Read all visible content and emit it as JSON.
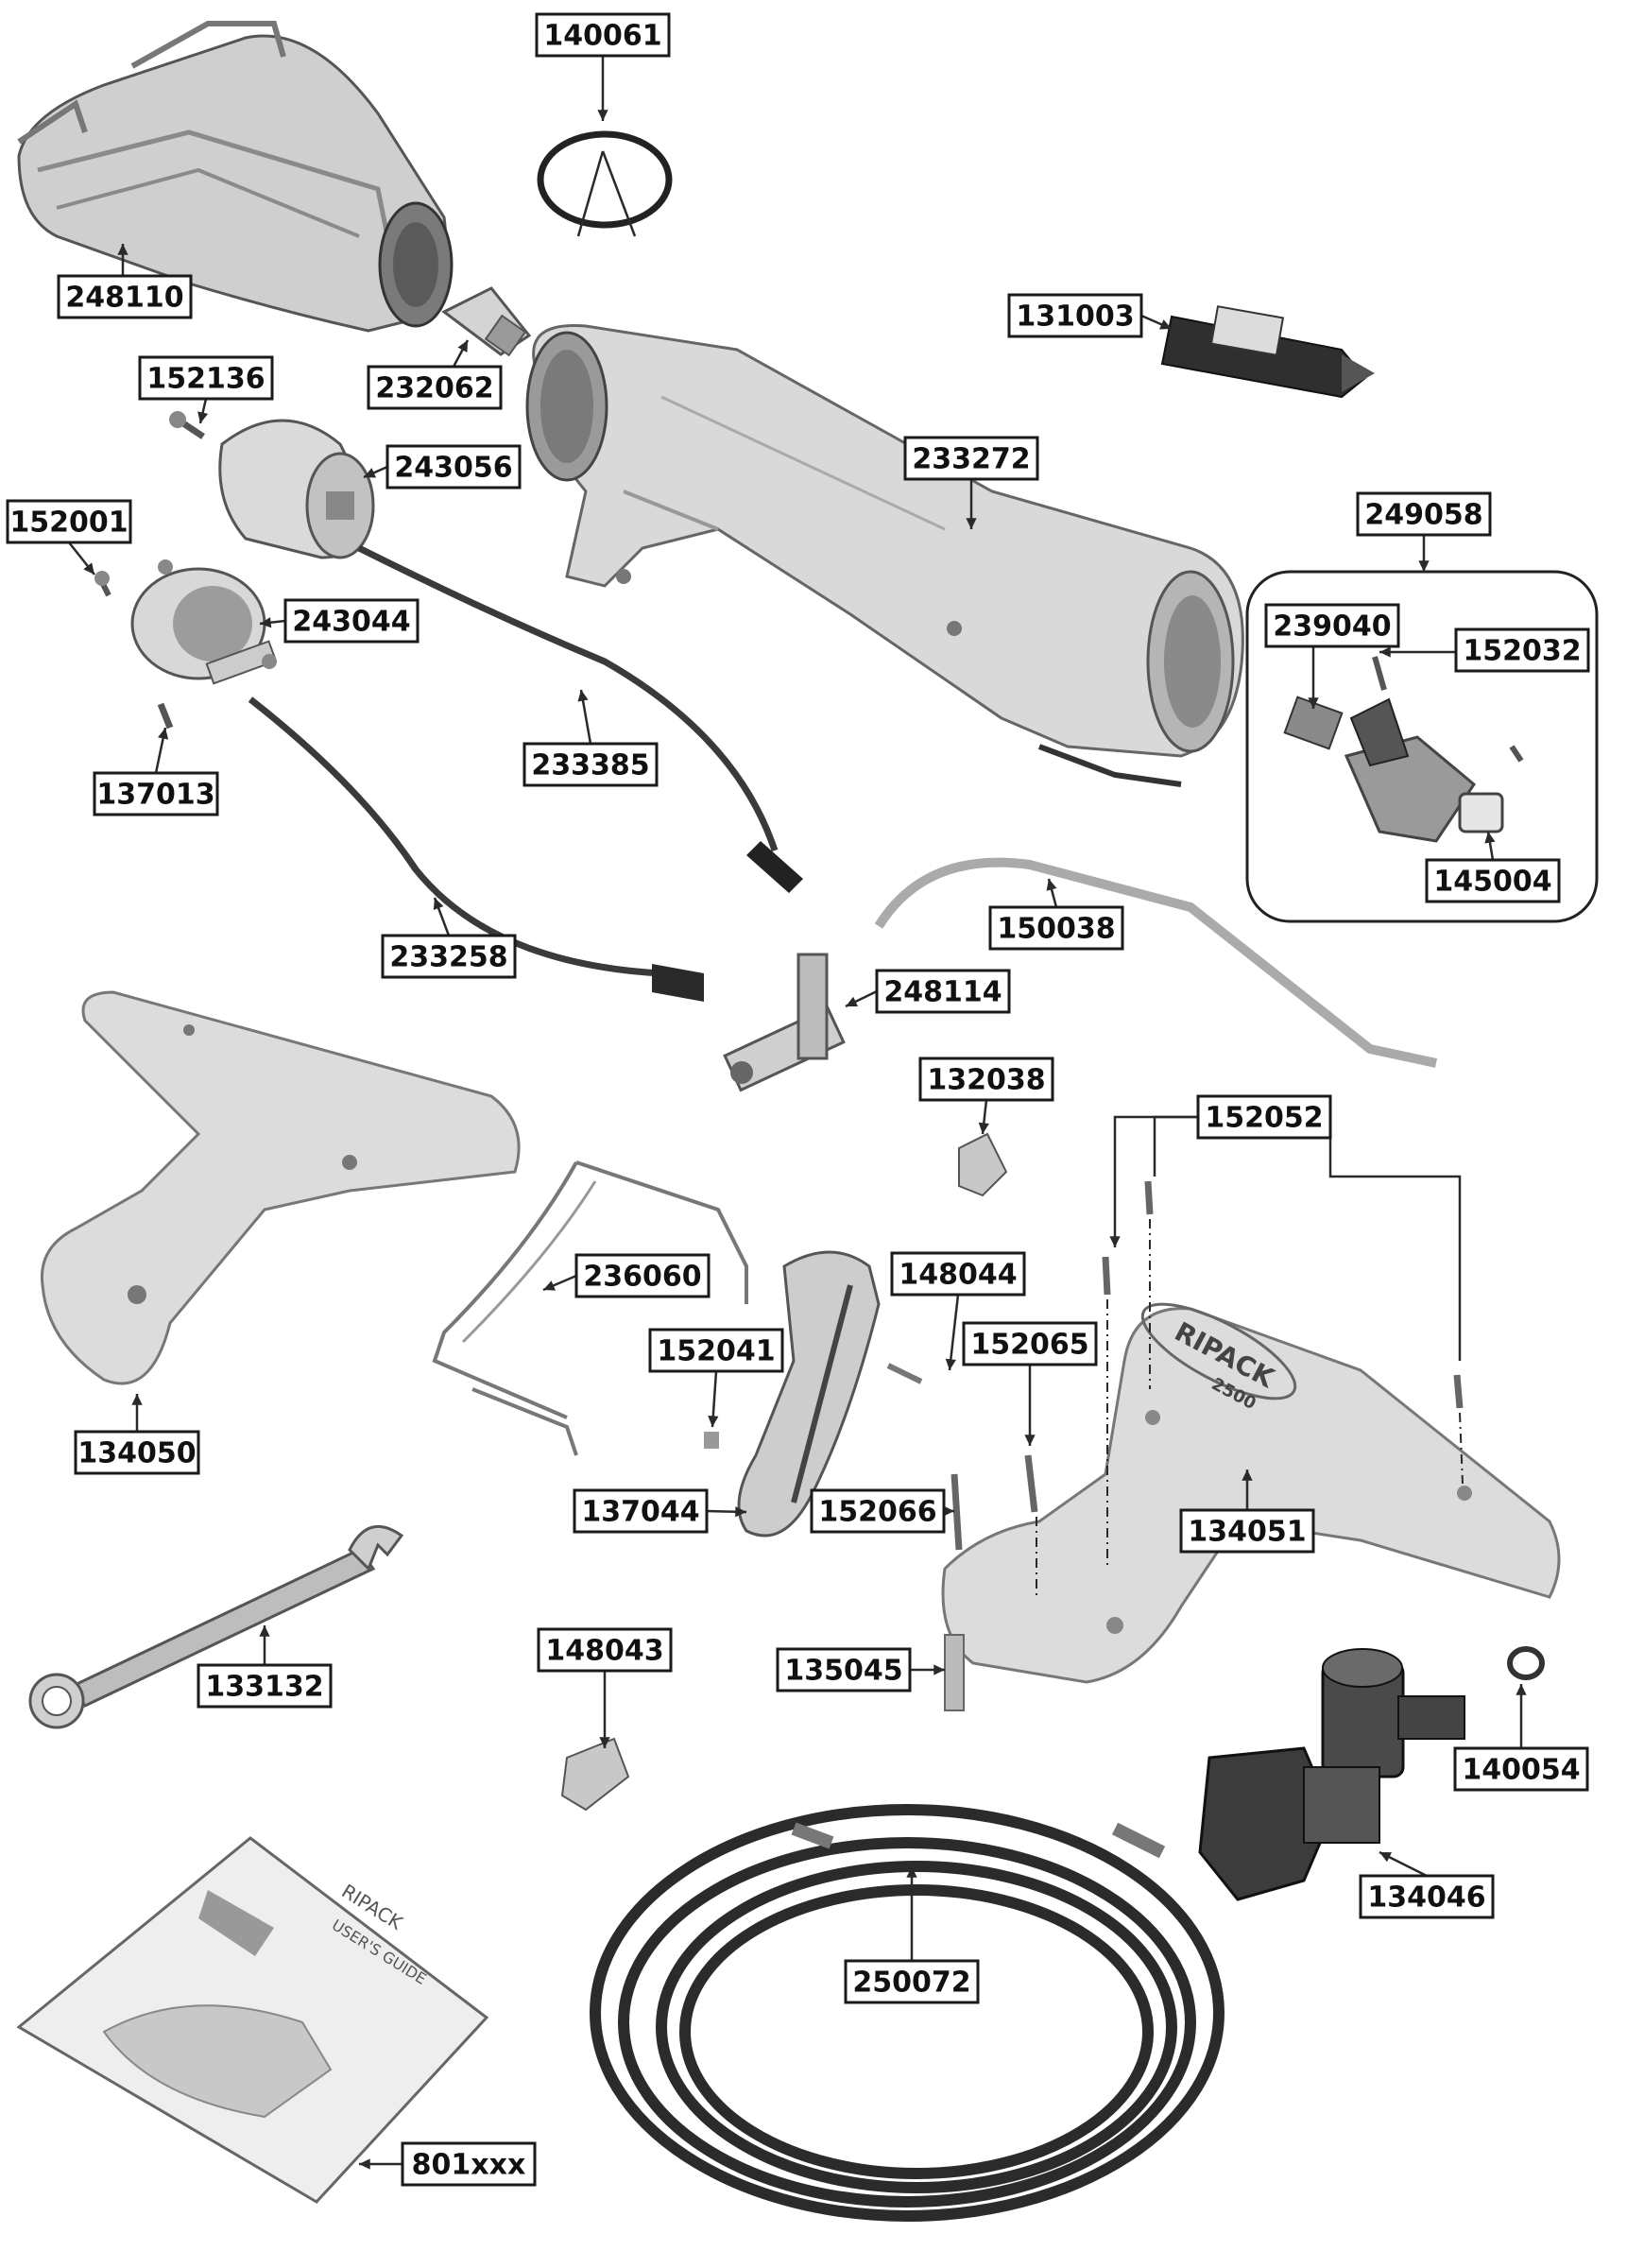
{
  "brand_text": "RIPACK",
  "brand_sub": "2500",
  "manual": {
    "brand_text": "RIPACK",
    "title": "USER'S GUIDE"
  },
  "colors": {
    "part_fill": "#d9d9d9",
    "part_shadow": "#9a9a9a",
    "dark_part": "#3c3c3c",
    "hose": "#2b2b2b",
    "line": "#2a2a2a",
    "label_border": "#1a1a1a"
  },
  "part_labels": [
    "140061",
    "248110",
    "232062",
    "131003",
    "152136",
    "243056",
    "233272",
    "152001",
    "243044",
    "249058",
    "239040",
    "152032",
    "233385",
    "137013",
    "145004",
    "150038",
    "233258",
    "248114",
    "132038",
    "152052",
    "236060",
    "148044",
    "134050",
    "152041",
    "152065",
    "137044",
    "152066",
    "134051",
    "133132",
    "148043",
    "135045",
    "140054",
    "134046",
    "250072",
    "801xxx"
  ]
}
